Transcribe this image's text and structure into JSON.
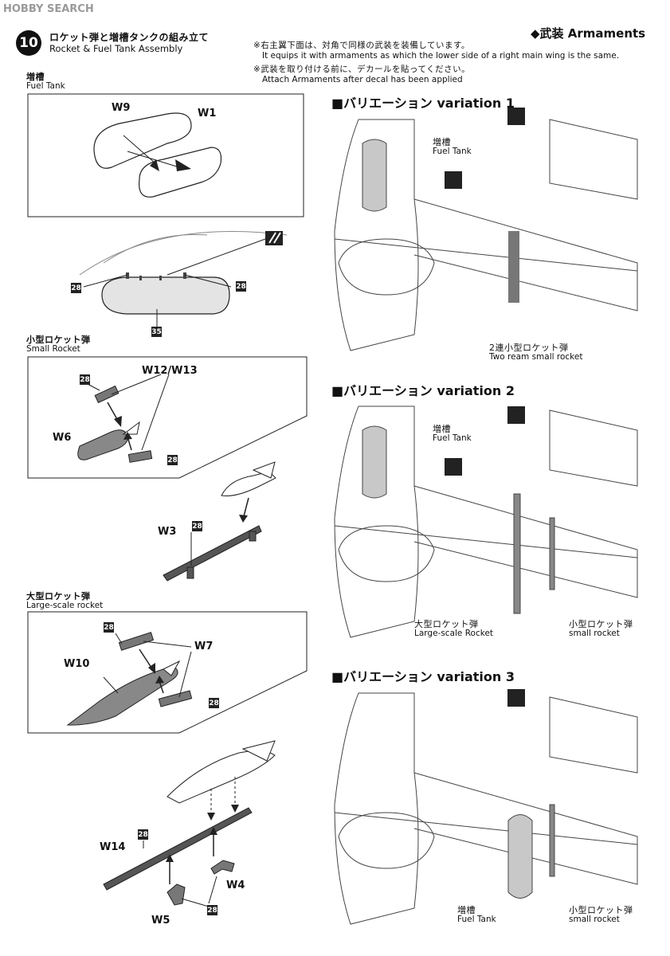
{
  "watermark": {
    "text": "HOBBY SEARCH"
  },
  "step": {
    "number": "10",
    "title_jp": "ロケット弾と増槽タンクの組み立て",
    "title_en": "Rocket & Fuel Tank Assembly"
  },
  "notes": [
    {
      "jp": "※右主翼下面は、対角で同様の武装を装備しています。",
      "en": "It equips it with armaments as which the lower side of a right main wing is the same."
    },
    {
      "jp": "※武装を取り付ける前に、デカールを貼ってください。",
      "en": "Attach Armaments after decal has been applied"
    }
  ],
  "armaments_heading": "◆武装 Armaments",
  "sections": {
    "fuel_tank": {
      "jp": "増槽",
      "en": "Fuel Tank",
      "parts": [
        "W9",
        "W1"
      ]
    },
    "small_rocket": {
      "jp": "小型ロケット弾",
      "en": "Small Rocket",
      "parts": [
        "W12/W13",
        "W6",
        "W3"
      ]
    },
    "large_rocket": {
      "jp": "大型ロケット弾",
      "en": "Large-scale rocket",
      "parts": [
        "W7",
        "W10",
        "W14",
        "W4",
        "W5"
      ]
    }
  },
  "decals": {
    "d28": "28",
    "d35": "35"
  },
  "variations": [
    {
      "title": "■バリエーション variation",
      "num": "1",
      "labels": [
        {
          "jp": "増槽",
          "en": "Fuel Tank"
        },
        {
          "jp": "2連小型ロケット弾",
          "en": "Two ream small rocket"
        }
      ]
    },
    {
      "title": "■バリエーション variation",
      "num": "2",
      "labels": [
        {
          "jp": "増槽",
          "en": "Fuel Tank"
        },
        {
          "jp": "大型ロケット弾",
          "en": "Large-scale Rocket"
        },
        {
          "jp": "小型ロケット弾",
          "en": "small rocket"
        }
      ]
    },
    {
      "title": "■バリエーション variation",
      "num": "3",
      "labels": [
        {
          "jp": "増槽",
          "en": "Fuel Tank"
        },
        {
          "jp": "小型ロケット弾",
          "en": "small rocket"
        }
      ]
    }
  ]
}
